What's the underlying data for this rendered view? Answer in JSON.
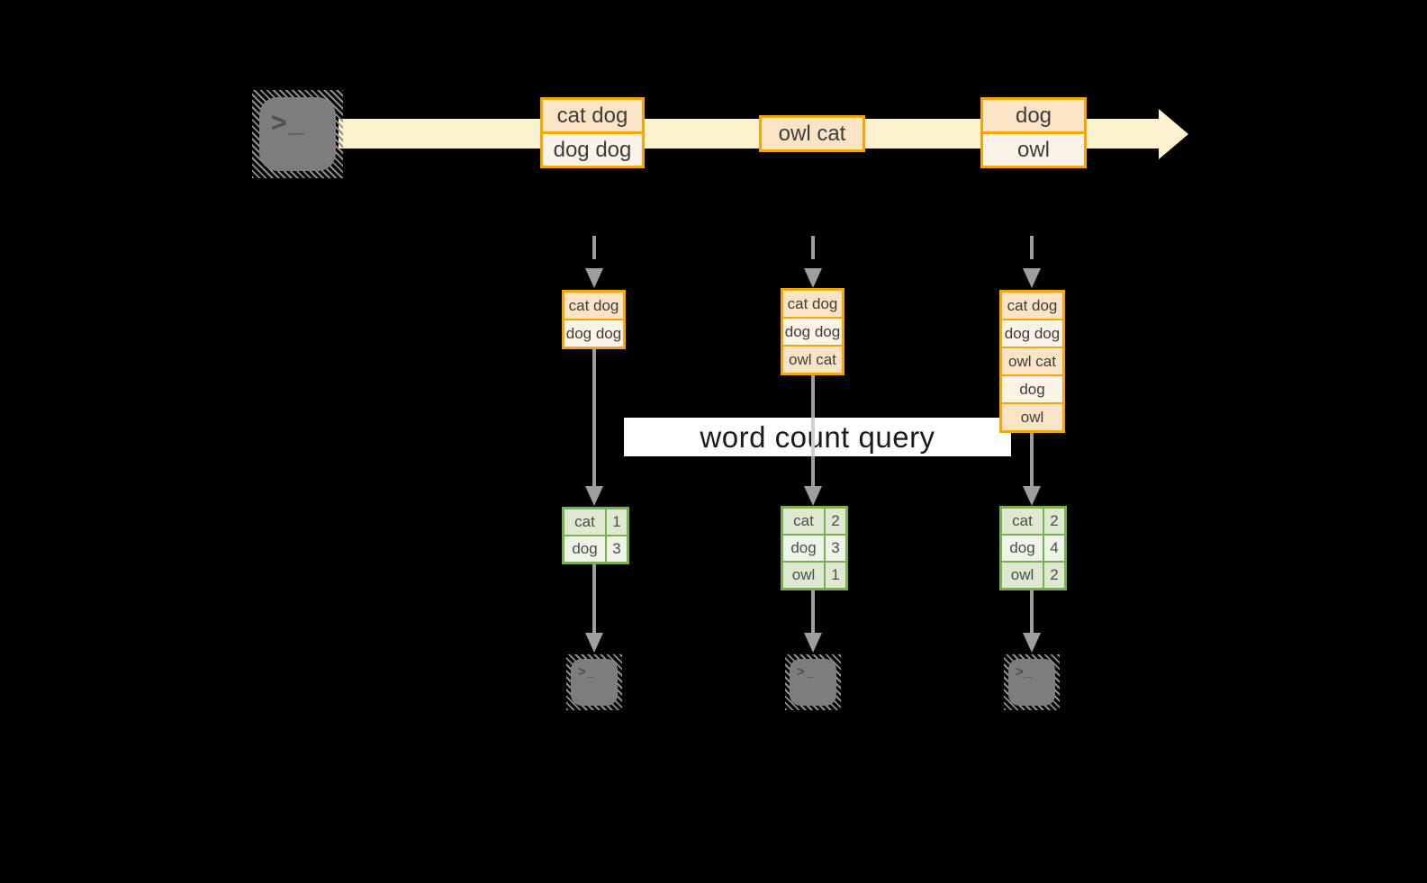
{
  "banner": {
    "label": "word count query"
  },
  "icons": {
    "prompt": ">_",
    "source_icon": "terminal-icon",
    "sink_icon": "terminal-icon"
  },
  "stream": {
    "events": [
      {
        "rows": [
          "cat dog",
          "dog dog"
        ]
      },
      {
        "rows": [
          "owl cat"
        ]
      },
      {
        "rows": [
          "dog",
          "owl"
        ]
      }
    ]
  },
  "columns": [
    {
      "buffer": [
        "cat dog",
        "dog dog"
      ],
      "counts": [
        {
          "word": "cat",
          "count": "1"
        },
        {
          "word": "dog",
          "count": "3"
        }
      ]
    },
    {
      "buffer": [
        "cat dog",
        "dog dog",
        "owl cat"
      ],
      "counts": [
        {
          "word": "cat",
          "count": "2"
        },
        {
          "word": "dog",
          "count": "3"
        },
        {
          "word": "owl",
          "count": "1"
        }
      ]
    },
    {
      "buffer": [
        "cat dog",
        "dog dog",
        "owl cat",
        "dog",
        "owl"
      ],
      "counts": [
        {
          "word": "cat",
          "count": "2"
        },
        {
          "word": "dog",
          "count": "4"
        },
        {
          "word": "owl",
          "count": "2"
        }
      ]
    }
  ],
  "colors": {
    "background": "#000000",
    "stream_band": "#FCF1CE",
    "orange_border": "#F2A60A",
    "cell_peach": "#FBE3C5",
    "cell_cream": "#FDF4E8",
    "green_border": "#7CAE52",
    "green_cell_dark": "#DFE9D2",
    "green_cell_light": "#EFF4E9",
    "arrow_gray": "#9E9E9E",
    "banner_bg": "#FFFFFF",
    "terminal_gray": "#7D7D7D"
  }
}
